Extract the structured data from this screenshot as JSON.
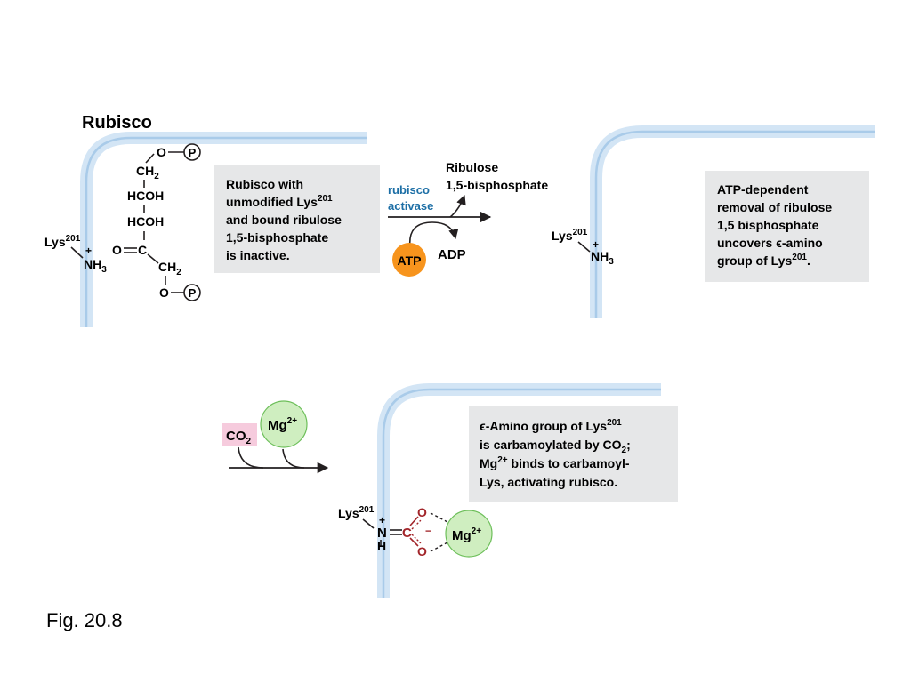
{
  "title": "Rubisco",
  "caption": "Fig. 20.8",
  "colors": {
    "membrane_glow": "#d3e5f5",
    "membrane_line": "#a9cbe9",
    "textbox_bg": "#e6e7e8",
    "atp": "#f7941d",
    "co2_bg": "#f6cbdd",
    "mg_fill": "#cfeec0",
    "mg_stroke": "#6dbf5a",
    "enzyme_label": "#1d6fa6",
    "carbamate": "#a2252a"
  },
  "panel1": {
    "lys_label": "Lys",
    "lys_sup": "201",
    "plus": "+",
    "nh3": "NH",
    "nh3_sub": "3",
    "substrate": {
      "o_top": "O",
      "ch2_top": "CH",
      "ch2_top_sub": "2",
      "hcoh1": "HCOH",
      "hcoh2": "HCOH",
      "carbonyl_o": "O",
      "carbonyl_c": "C",
      "ch2_bot": "CH",
      "ch2_bot_sub": "2",
      "o_bot": "O",
      "phosphate": "P"
    },
    "box_lines": [
      "Rubisco with",
      "unmodified Lys",
      "and bound ribulose",
      "1,5-bisphosphate",
      "is inactive."
    ],
    "box_sup": "201"
  },
  "step1": {
    "enzyme_line1": "rubisco",
    "enzyme_line2": "activase",
    "product_line1": "Ribulose",
    "product_line2": "1,5-bisphosphate",
    "atp": "ATP",
    "adp": "ADP"
  },
  "panel2": {
    "lys_label": "Lys",
    "lys_sup": "201",
    "plus": "+",
    "nh3": "NH",
    "nh3_sub": "3",
    "box_line1": "ATP-dependent",
    "box_line2": "removal of ribulose",
    "box_line3": "1,5 bisphosphate",
    "box_line4": "uncovers ϵ-amino",
    "box_line5a": "group of Lys",
    "box_line5_sup": "201",
    "box_line5b": "."
  },
  "step2": {
    "co2": "CO",
    "co2_sub": "2",
    "mg": "Mg",
    "mg_sup": "2+"
  },
  "panel3": {
    "lys_label": "Lys",
    "lys_sup": "201",
    "plus": "+",
    "n": "N",
    "h": "H",
    "c": "C",
    "o_top": "O",
    "o_bot": "O",
    "minus": "−",
    "mg": "Mg",
    "mg_sup": "2+",
    "box_line1a": "ϵ-Amino group of Lys",
    "box_line1_sup": "201",
    "box_line2a": "is carbamoylated by CO",
    "box_line2_sub": "2",
    "box_line2b": ";",
    "box_line3a": "Mg",
    "box_line3_sup": "2+",
    "box_line3b": " binds to carbamoyl-",
    "box_line4": "Lys, activating rubisco."
  }
}
